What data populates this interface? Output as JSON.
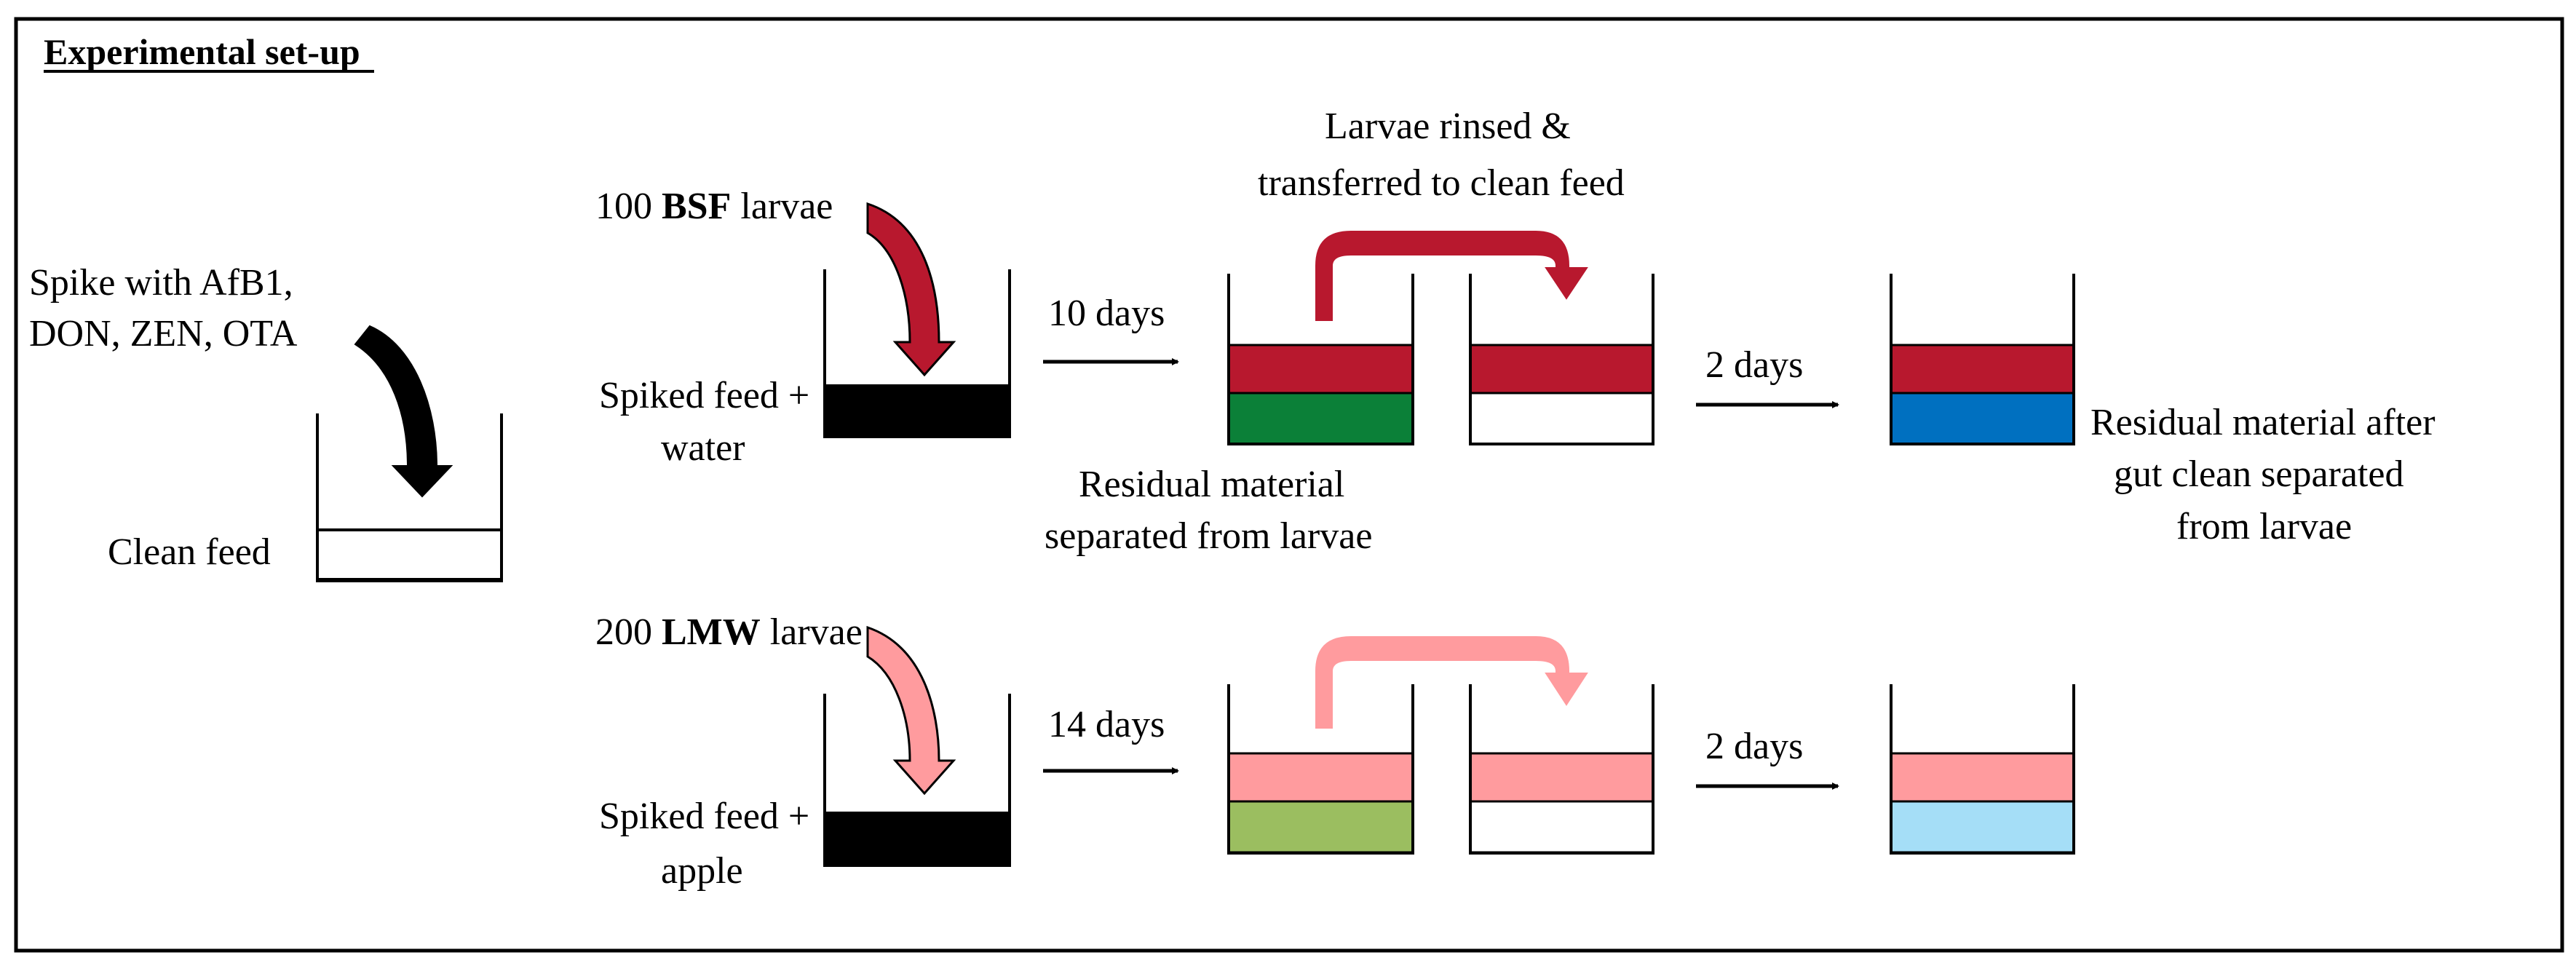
{
  "title": "Experimental set-up",
  "colors": {
    "bsf_larvae": "#B8182E",
    "bsf_residue": "#0B8038",
    "bsf_gut_clean_residue": "#0070C0",
    "lmw_larvae": "#FF9B9E",
    "lmw_residue": "#9BBE60",
    "lmw_gut_clean_residue": "#A5DEF7",
    "feed": "#000000",
    "clean_feed": "#FFFFFF"
  },
  "left": {
    "spike_line1": "Spike with AfB1,",
    "spike_line2": "DON, ZEN, OTA",
    "clean_feed": "Clean feed"
  },
  "bsf": {
    "count": "100",
    "species": "BSF",
    "larvae_word": "larvae",
    "feed_line1": "Spiked feed +",
    "feed_line2": "water",
    "duration": "10 days",
    "residual_line1": "Residual material",
    "residual_line2": "separated from larvae",
    "rinse_line1": "Larvae rinsed &",
    "rinse_line2": "transferred to clean feed",
    "gut_duration": "2 days",
    "after_line1": "Residual material after",
    "after_line2": "gut clean separated",
    "after_line3": "from larvae"
  },
  "lmw": {
    "count": "200",
    "species": "LMW",
    "larvae_word": "larvae",
    "feed_line1": "Spiked feed +",
    "feed_line2": "apple",
    "duration": "14 days",
    "gut_duration": "2 days"
  }
}
